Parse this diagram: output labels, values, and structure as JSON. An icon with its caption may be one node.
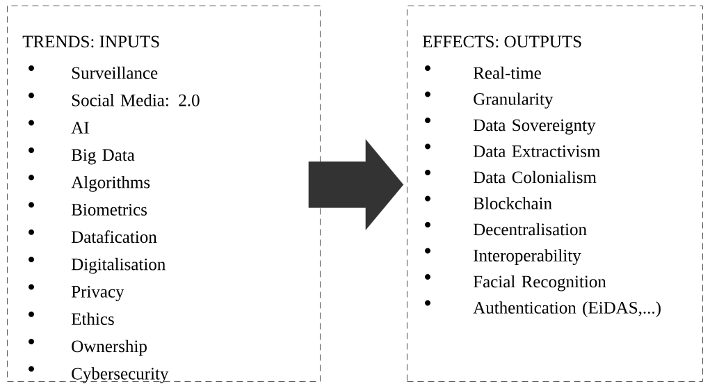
{
  "diagram": {
    "nodes": [
      {
        "text": [
          "TRENDS: INPUTS",
          "Surveillance",
          "Social Media: 2.0",
          "AI",
          "Big Data",
          "Algorithms",
          "Biometrics",
          "Datafication",
          "Digitalisation",
          "Privacy",
          "Ethics",
          "Ownership",
          "Cybersecurity"
        ]
      },
      {
        "text": [
          "EFFECTS: OUTPUTS",
          "Real-time",
          "Granularity",
          "Data Sovereignty",
          "Data Extractivism",
          "Data Colonialism",
          "Blockchain",
          "Decentralisation",
          "Interoperability",
          "Facial Recognition",
          "Authentication (EiDAS,...)"
        ]
      }
    ],
    "edges": [
      {
        "from": 0,
        "to": 1,
        "arrow": "to",
        "style": "thick"
      }
    ]
  }
}
